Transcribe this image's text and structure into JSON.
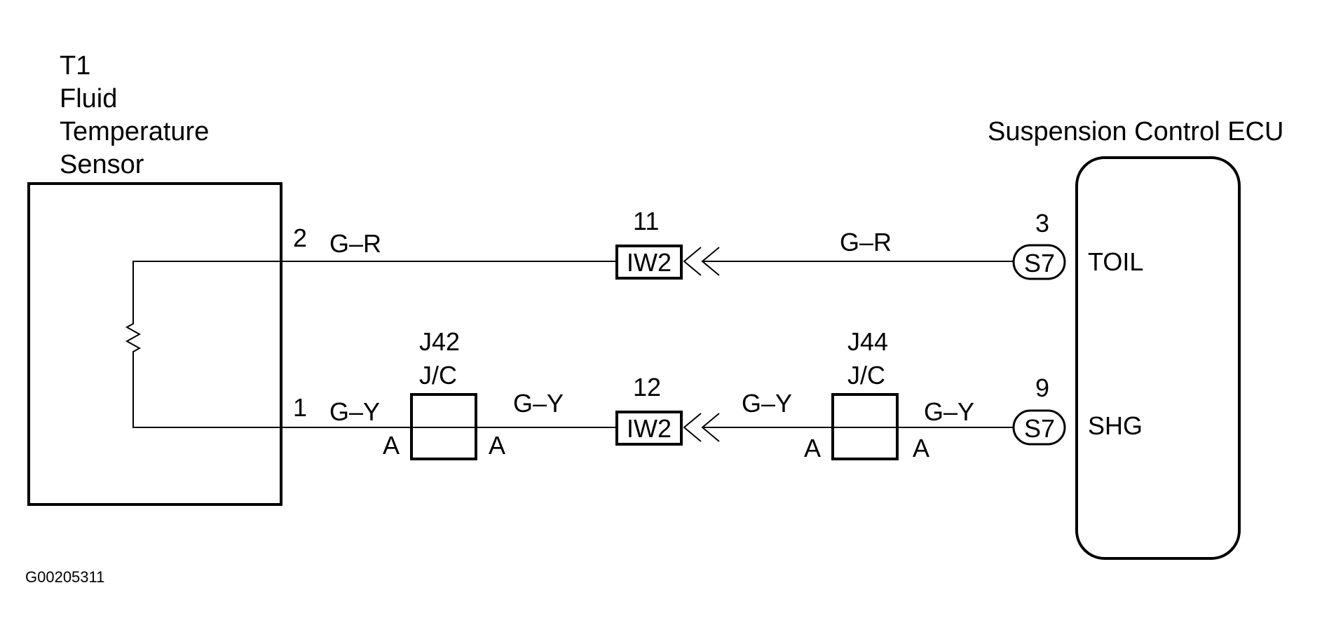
{
  "sensor": {
    "title_lines": [
      "T1",
      "Fluid",
      "Temperature",
      "Sensor"
    ],
    "pin_top": "2",
    "pin_bottom": "1"
  },
  "ecu": {
    "title": "Suspension Control ECU",
    "terminal_top": "TOIL",
    "terminal_bottom": "SHG",
    "pin_top": "3",
    "pin_bottom": "9",
    "connector_top": "S7",
    "connector_bottom": "S7"
  },
  "wires": {
    "top_left_color": "G–R",
    "top_right_color": "G–R",
    "bottom_1": "G–Y",
    "bottom_2": "G–Y",
    "bottom_3": "G–Y",
    "bottom_4": "G–Y"
  },
  "connectors": {
    "iw2_top": {
      "pin": "11",
      "label": "IW2"
    },
    "iw2_bottom": {
      "pin": "12",
      "label": "IW2"
    }
  },
  "junctions": {
    "j42": {
      "name": "J42",
      "type": "J/C",
      "left_pin": "A",
      "right_pin": "A"
    },
    "j44": {
      "name": "J44",
      "type": "J/C",
      "left_pin": "A",
      "right_pin": "A"
    }
  },
  "footer": {
    "code": "G00205311"
  },
  "icons": [
    "resistor-icon",
    "connector-arrow-icon"
  ]
}
